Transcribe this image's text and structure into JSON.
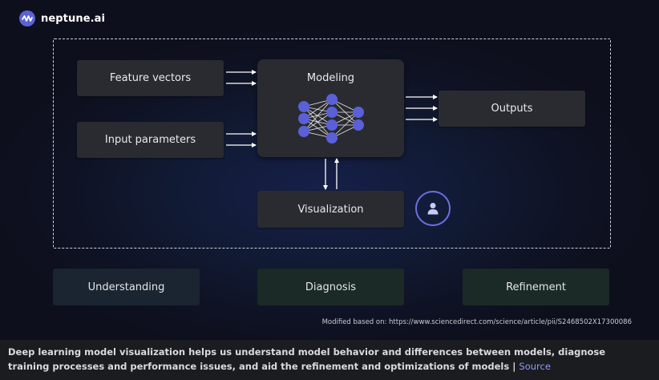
{
  "brand": {
    "name": "neptune.ai",
    "logo_icon": "neptune-wave-icon",
    "accent": "#5b63d3"
  },
  "diagram": {
    "inputs": [
      "Feature vectors",
      "Input parameters"
    ],
    "model": "Modeling",
    "output": "Outputs",
    "visualization": "Visualization",
    "user_icon": "user-icon",
    "phases": [
      "Understanding",
      "Diagnosis",
      "Refinement"
    ]
  },
  "source_note": "Modified based on: https://www.sciencedirect.com/science/article/pii/S2468502X17300086",
  "caption": {
    "text": "Deep learning model visualization helps us understand model behavior and differences between models, diagnose training processes and performance issues, and aid the refinement and optimizations of models | ",
    "link": "Source"
  }
}
